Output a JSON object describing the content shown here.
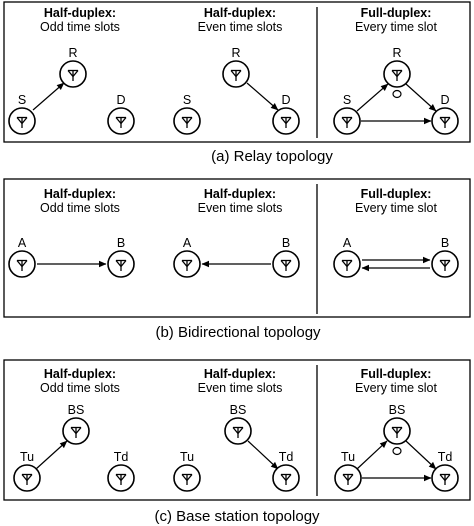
{
  "panels": [
    {
      "caption": "(a) Relay topology",
      "modes": [
        {
          "title": "Half-duplex:",
          "subtitle": "Odd time slots"
        },
        {
          "title": "Half-duplex:",
          "subtitle": "Even time slots"
        },
        {
          "title": "Full-duplex:",
          "subtitle": "Every time slot"
        }
      ],
      "nodes": [
        "S",
        "R",
        "D"
      ]
    },
    {
      "caption": "(b) Bidirectional topology",
      "modes": [
        {
          "title": "Half-duplex:",
          "subtitle": "Odd time slots"
        },
        {
          "title": "Half-duplex:",
          "subtitle": "Even time slots"
        },
        {
          "title": "Full-duplex:",
          "subtitle": "Every time slot"
        }
      ],
      "nodes": [
        "A",
        "B"
      ]
    },
    {
      "caption": "(c) Base station topology",
      "modes": [
        {
          "title": "Half-duplex:",
          "subtitle": "Odd time slots"
        },
        {
          "title": "Half-duplex:",
          "subtitle": "Even time slots"
        },
        {
          "title": "Full-duplex:",
          "subtitle": "Every time slot"
        }
      ],
      "nodes": [
        "Tu",
        "BS",
        "Td"
      ]
    }
  ],
  "icons": {
    "node": "antenna-icon",
    "self_interference": "self-interference-loop-icon"
  }
}
